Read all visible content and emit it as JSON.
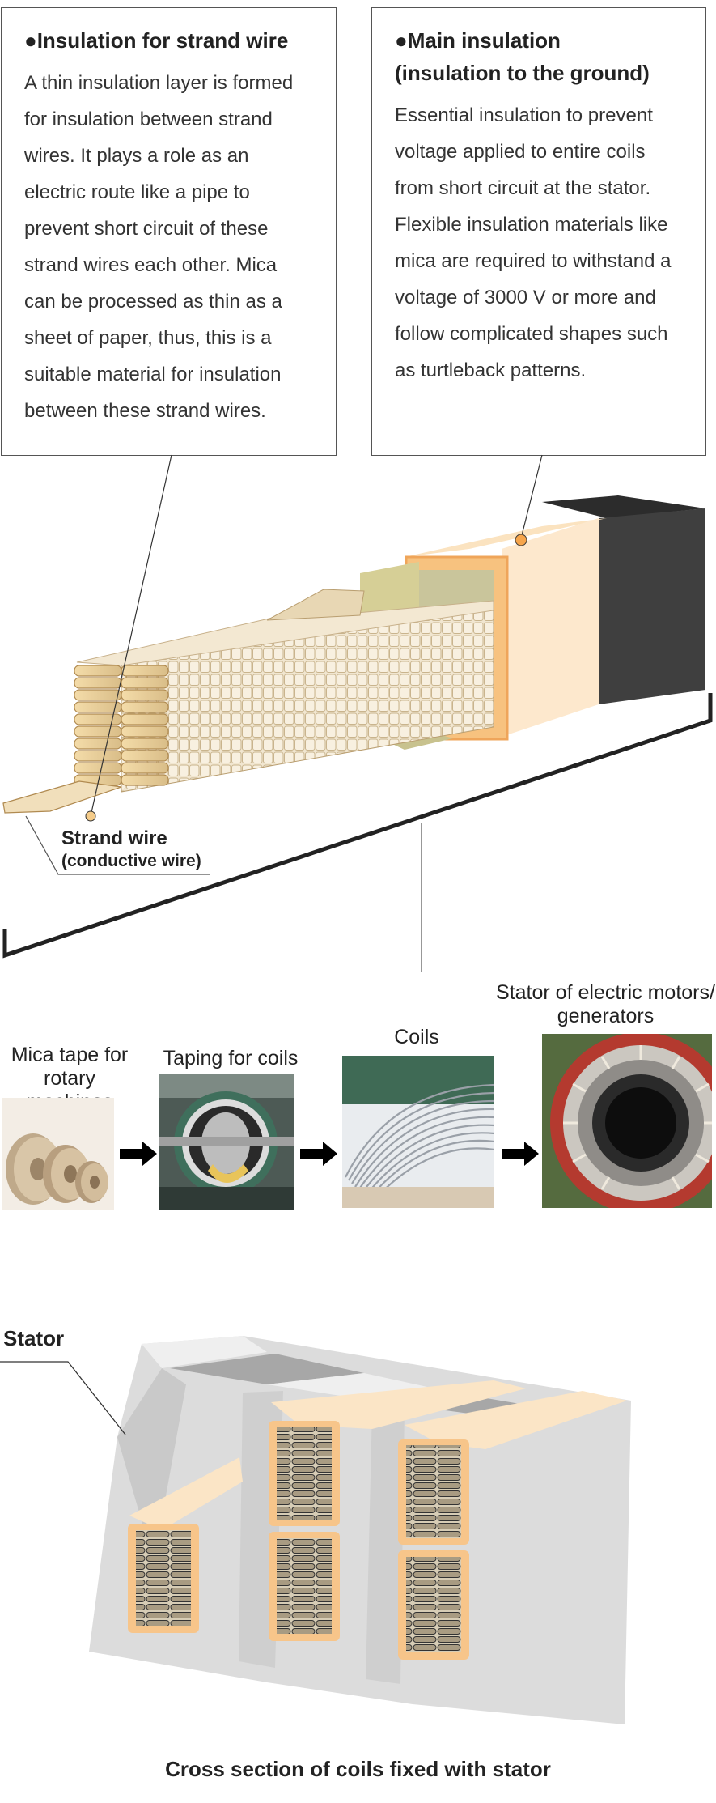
{
  "strand_box": {
    "heading": "●Insulation for strand wire",
    "body": "A thin insulation layer is formed for insulation between strand wires. It plays a role as an electric route like a pipe to prevent short circuit of these strand wires each other. Mica can be processed as thin as a sheet of paper, thus, this is a suitable material for insulation between these strand wires."
  },
  "main_box": {
    "heading_line1": "●Main insulation",
    "heading_line2": "(insulation to the ground)",
    "body": "Essential insulation to prevent voltage applied to entire coils from short circuit at the stator. Flexible insulation materials like mica are required to withstand a voltage of 3000 V or more and follow complicated shapes such as turtleback patterns."
  },
  "strand_label": {
    "line1": "Strand wire",
    "line2": "(conductive wire)"
  },
  "process": {
    "steps": [
      {
        "label_line1": "Mica tape for",
        "label_line2": "rotary machines",
        "icon": "mica-tape-rolls"
      },
      {
        "label_line1": "Taping for coils",
        "label_line2": "",
        "icon": "taping-machine"
      },
      {
        "label_line1": "Coils",
        "label_line2": "",
        "icon": "coils-stack"
      },
      {
        "label_line1": "Stator of electric motors/",
        "label_line2": "generators",
        "icon": "stator-photo"
      }
    ]
  },
  "stator_label": "Stator",
  "bottom_caption": "Cross section of coils fixed with stator",
  "colors": {
    "insulation_tan": "#fde6c8",
    "insulation_orange": "#f4b770",
    "strand_fill": "#efe3cc",
    "stator_gray": "#d6d6d6",
    "dark_cap": "#3d3d3d"
  }
}
